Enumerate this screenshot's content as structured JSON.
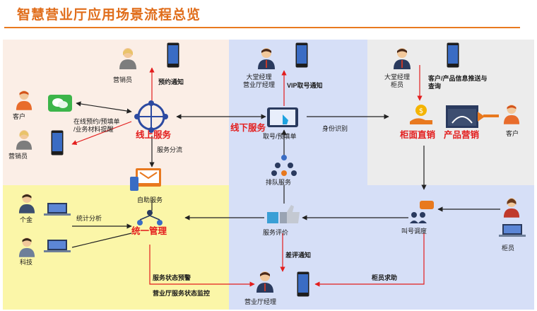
{
  "title": "智慧营业厅应用场景流程总览",
  "colors": {
    "title": "#e06d1b",
    "accent_red": "#e31d1d",
    "online_bg": "#fbeee6",
    "offline_bg": "#d6dff7",
    "counter_bg": "#ececec",
    "manage_bg": "#fbf6a8"
  },
  "nodes": {
    "sales_top": "营销员",
    "appointment_notice": "预约通知",
    "customer_left": "客户",
    "sales_left": "营销员",
    "online_request": "在线预约/预填单\n/业务材料提醒",
    "online_service": "线上服务",
    "service_split": "服务分流",
    "self_service": "自助服务",
    "lobby_manager": "大堂经理\n营业厅经理",
    "vip_notice": "VIP取号通知",
    "offline_service": "线下服务",
    "ticket": "取号/预填单",
    "identity": "身份识别",
    "queue_service": "排队服务",
    "counter_staff_top": "大堂经理\n柜员",
    "product_push": "客户/产品信息推送与\n查询",
    "counter_direct": "柜面直销",
    "product_marketing": "产品营销",
    "customer_right": "客户",
    "retail": "个金",
    "tech": "科技",
    "stats": "统计分析",
    "unified_mgmt": "统一管理",
    "service_eval": "服务评价",
    "call_dispatch": "叫号调度",
    "teller": "柜员",
    "bad_review": "差评通知",
    "teller_help": "柜员求助",
    "status_alert": "服务状态预警",
    "status_monitor": "营业厅服务状态监控",
    "branch_manager": "营业厅经理"
  }
}
